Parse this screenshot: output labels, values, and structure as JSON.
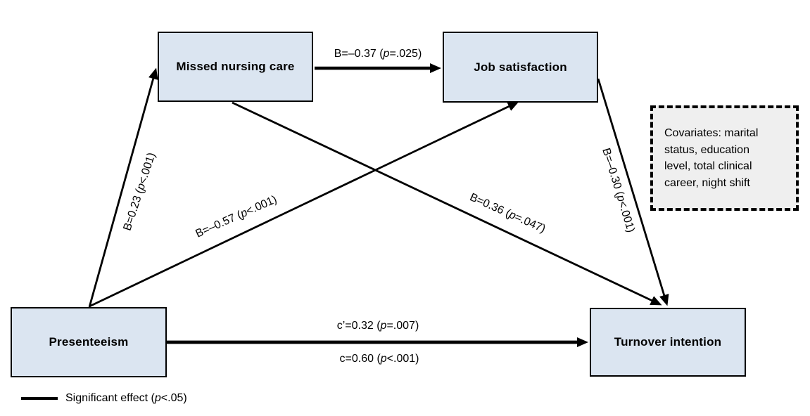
{
  "figure": {
    "background_color": "#ffffff",
    "node_fill_color": "#dbe5f1",
    "node_border_color": "#000000",
    "covariates_fill_color": "#efefef",
    "line_color": "#000000",
    "nodes": {
      "missed": {
        "label": "Missed nursing care"
      },
      "job": {
        "label": "Job satisfaction"
      },
      "presenteeism": {
        "label": "Presenteeism"
      },
      "turnover": {
        "label": "Turnover intention"
      }
    },
    "covariates": {
      "lines": {
        "0": "Covariates: marital",
        "1": "status, education",
        "2": "level, total clinical",
        "3": "career, night shift"
      }
    },
    "paths": {
      "missed_to_job": {
        "from": "Missed nursing care",
        "to": "Job satisfaction",
        "before": "B=–0.37 (",
        "p": "p",
        "after": "=.025)"
      },
      "presenteeism_to_missed": {
        "from": "Presenteeism",
        "to": "Missed nursing care",
        "before": "B=0.23 (",
        "p": "p",
        "after": "<.001)"
      },
      "presenteeism_to_job": {
        "from": "Presenteeism",
        "to": "Job satisfaction",
        "before": "B=–0.57 (",
        "p": "p",
        "after": "<.001)"
      },
      "missed_to_turnover": {
        "from": "Missed nursing care",
        "to": "Turnover intention",
        "before": "B=0.36 (",
        "p": "p",
        "after": "=.047)"
      },
      "job_to_turnover": {
        "from": "Job satisfaction",
        "to": "Turnover intention",
        "before": "B=–0.30 (",
        "p": "p",
        "after": "<.001)"
      },
      "direct_effect": {
        "from": "Presenteeism",
        "to": "Turnover intention",
        "before": "c’=0.32 (",
        "p": "p",
        "after": "=.007)"
      },
      "total_effect": {
        "from": "Presenteeism",
        "to": "Turnover intention",
        "before": "c=0.60 (",
        "p": "p",
        "after": "<.001)"
      }
    },
    "legend": {
      "before": "Significant effect (",
      "p": "p",
      "after": "<.05)"
    }
  }
}
